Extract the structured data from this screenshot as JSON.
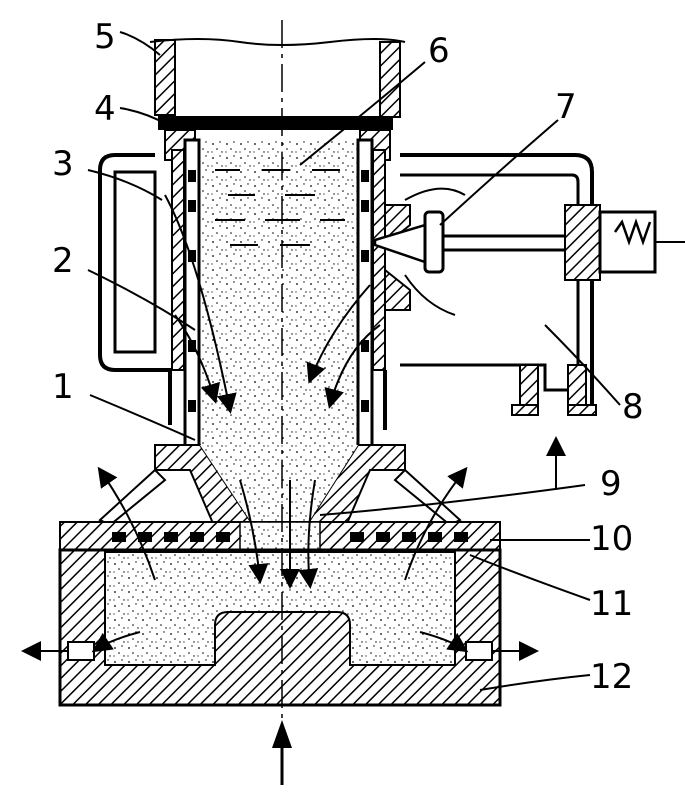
{
  "labels": {
    "l1": "1",
    "l2": "2",
    "l3": "3",
    "l4": "4",
    "l5": "5",
    "l6": "6",
    "l7": "7",
    "l8": "8",
    "l9": "9",
    "l10": "10",
    "l11": "11",
    "l12": "12"
  },
  "colors": {
    "ink": "#000000",
    "paper": "#ffffff"
  }
}
